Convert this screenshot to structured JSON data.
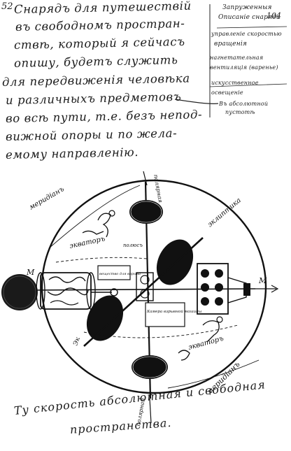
{
  "page_number": "52",
  "page_number_right": "104",
  "main_text": [
    "Снарядъ для путешествій",
    "въ свободномъ простран-",
    "ствѣ, который я сейчасъ",
    "опишу, будетъ служить",
    "для передвиженія человѣка",
    "и различныхъ предметовъ",
    "во всѣ пути, т.е. безъ непод-",
    "вижной опоры и по жела-",
    "емому направленію."
  ],
  "margin_notes": [
    "Запруженныя",
    "Описаніе снаряда",
    "управленіе скоростью",
    "вращенія",
    "нагнетательная",
    "вентиляція (варенье)",
    "искусственное",
    "освещеніе",
    "Въ абсолютной",
    "пустотѣ"
  ],
  "diagram_labels": {
    "meridian_top": "меридіанъ",
    "meridian_bottom": "меридіанъ",
    "equator_left": "экваторъ",
    "equator_bottom": "экваторъ",
    "ecliptic": "эклиптика",
    "polar": "полюсъ",
    "pole_vertical_top": "полярная",
    "pole_vertical_bottom": "полярная",
    "m_left": "М",
    "m_right": "М",
    "box_upper": "вещество для взрыва",
    "box_lower": "Камера взрывной машины",
    "ek_label": "Эк"
  },
  "caption": [
    "Ту скорость абсолютная и свободная",
    "пространства."
  ]
}
